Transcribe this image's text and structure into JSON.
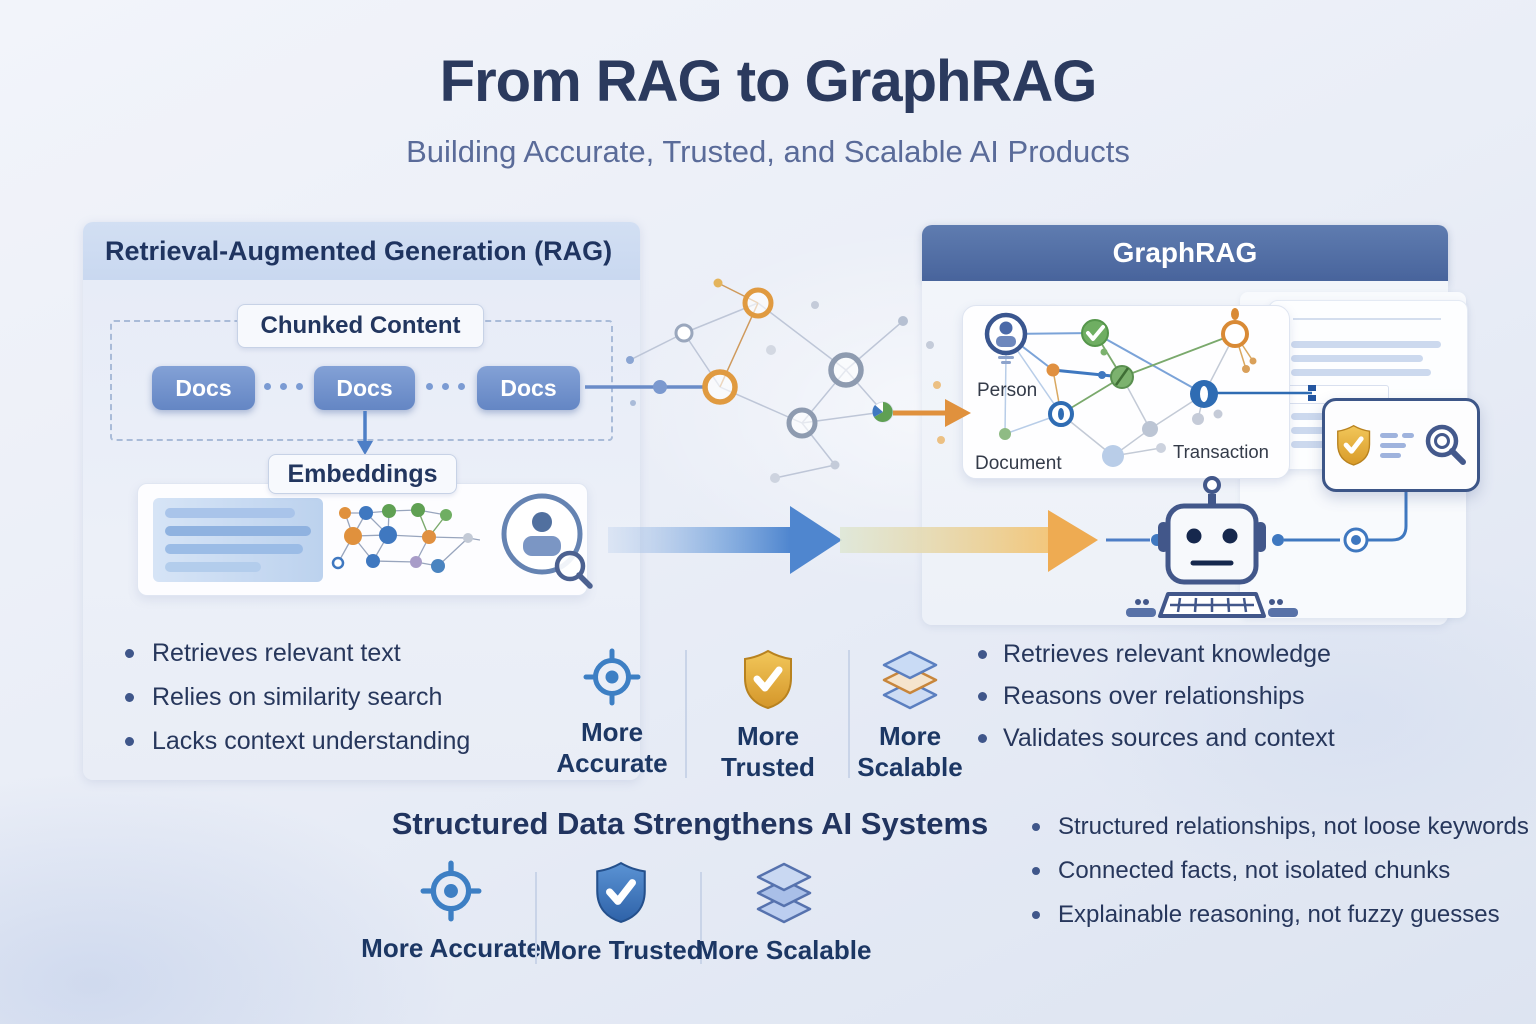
{
  "title": "From RAG to GraphRAG",
  "subtitle": "Building Accurate, Trusted, and Scalable AI Products",
  "rag": {
    "header": "Retrieval-Augmented Generation (RAG)",
    "chunked_label": "Chunked Content",
    "docs": [
      "Docs",
      "Docs",
      "Docs"
    ],
    "embeddings_label": "Embeddings",
    "bullets": [
      "Retrieves relevant text",
      "Relies on similarity search",
      "Lacks context understanding"
    ]
  },
  "graphrag": {
    "header": "GraphRAG",
    "nodes": {
      "person": "Person",
      "document": "Document",
      "transaction": "Transaction"
    },
    "bullets": [
      "Retrieves relevant knowledge",
      "Reasons over relationships",
      "Validates sources and context"
    ]
  },
  "benefits_mid": [
    {
      "icon": "target-icon",
      "line1": "More",
      "line2": "Accurate"
    },
    {
      "icon": "shield-check-icon",
      "line1": "More",
      "line2": "Trusted"
    },
    {
      "icon": "layers-icon",
      "line1": "More",
      "line2": "Scalable"
    }
  ],
  "bottom": {
    "title": "Structured Data Strengthens AI Systems",
    "benefits": [
      {
        "icon": "target-icon",
        "label": "More Accurate"
      },
      {
        "icon": "shield-check-icon",
        "label": "More Trusted"
      },
      {
        "icon": "layers-icon",
        "label": "More Scalable"
      }
    ],
    "bullets": [
      "Structured relationships, not loose keywords",
      "Connected facts, not isolated chunks",
      "Explainable reasoning, not fuzzy guesses"
    ]
  },
  "colors": {
    "title_navy": "#2b3a5e",
    "subtitle_slate": "#5a6b99",
    "rag_header_bg": "#cddcf2",
    "docs_button_blue": "#6d8fca",
    "graphrag_header_bg": "#4e6ba3",
    "bullet_text": "#27375c",
    "accent_blue": "#3d7fc4",
    "accent_orange": "#e0913d",
    "accent_gold": "#e3a93f",
    "accent_green": "#6fae62"
  }
}
